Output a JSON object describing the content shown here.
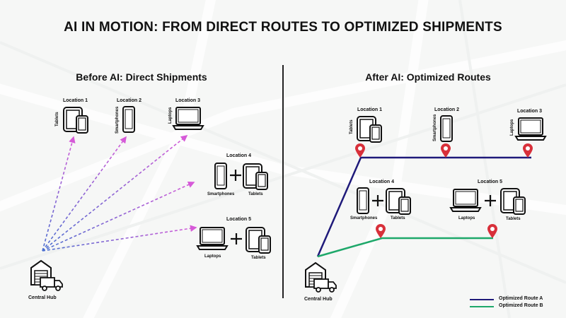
{
  "title": "AI IN MOTION: FROM DIRECT ROUTES TO OPTIMIZED SHIPMENTS",
  "before": {
    "title": "Before AI: Direct Shipments",
    "hub_label": "Central Hub",
    "locations": [
      {
        "name": "Location 1",
        "items": [
          "Tablets"
        ]
      },
      {
        "name": "Location 2",
        "items": [
          "Smartphones"
        ]
      },
      {
        "name": "Location 3",
        "items": [
          "Laptops"
        ]
      },
      {
        "name": "Location 4",
        "items": [
          "Smartphones",
          "Tablets"
        ]
      },
      {
        "name": "Location 5",
        "items": [
          "Laptops",
          "Tablets"
        ]
      }
    ]
  },
  "after": {
    "title": "After AI: Optimized Routes",
    "hub_label": "Central Hub",
    "locations": [
      {
        "name": "Location 1",
        "items": [
          "Tablets"
        ]
      },
      {
        "name": "Location 2",
        "items": [
          "Smartphones"
        ]
      },
      {
        "name": "Location 3",
        "items": [
          "Laptops"
        ]
      },
      {
        "name": "Location 4",
        "items": [
          "Smartphones",
          "Tablets"
        ]
      },
      {
        "name": "Location 5",
        "items": [
          "Laptops",
          "Tablets"
        ]
      }
    ]
  },
  "legend": [
    {
      "label": "Optimized Route A",
      "color": "#1f1a7a"
    },
    {
      "label": "Optimized Route B",
      "color": "#1ea86a"
    }
  ],
  "colors": {
    "direct_route_start": "#4a6fd0",
    "direct_route_end": "#d65ad8",
    "pin": "#d8303a",
    "route_a": "#1f1a7a",
    "route_b": "#1ea86a"
  },
  "icons": [
    "tablet-icon",
    "smartphone-icon",
    "laptop-icon",
    "warehouse-icon",
    "truck-icon",
    "map-pin-icon",
    "plus-icon"
  ]
}
